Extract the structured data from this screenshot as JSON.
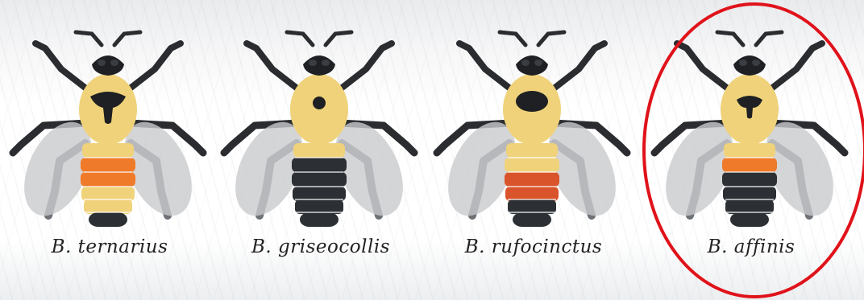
{
  "species": [
    {
      "id": "ternarius",
      "label": "B. ternarius",
      "highlighted": false,
      "colors": {
        "thorax": "#f0d27a",
        "band1": "#f0d27a",
        "band2": "#ef7a2a",
        "band3": "#ef7a2a",
        "band4": "#f0d27a",
        "band5": "#f0d27a",
        "band6": "#2c2f33"
      },
      "thorax_spot": "wide-drop"
    },
    {
      "id": "griseocollis",
      "label": "B. griseocollis",
      "highlighted": false,
      "colors": {
        "thorax": "#f0d27a",
        "band1": "#f0d27a",
        "band2": "#2c2f33",
        "band3": "#2c2f33",
        "band4": "#2c2f33",
        "band5": "#2c2f33",
        "band6": "#2c2f33"
      },
      "thorax_spot": "small-round"
    },
    {
      "id": "rufocinctus",
      "label": "B. rufocinctus",
      "highlighted": false,
      "colors": {
        "thorax": "#f0d27a",
        "band1": "#f0d27a",
        "band2": "#f0d27a",
        "band3": "#d9542a",
        "band4": "#d9542a",
        "band5": "#2c2f33",
        "band6": "#2c2f33"
      },
      "thorax_spot": "oval"
    },
    {
      "id": "affinis",
      "label": "B. affinis",
      "highlighted": true,
      "colors": {
        "thorax": "#f0d27a",
        "band1": "#f0d27a",
        "band2": "#ef7a2a",
        "band3": "#2c2f33",
        "band4": "#2c2f33",
        "band5": "#2c2f33",
        "band6": "#2c2f33"
      },
      "thorax_spot": "narrow-drop"
    }
  ],
  "highlight_color": "#e0121a",
  "wing_color": "#c9cbcd",
  "leg_color": "#2a2c2f"
}
